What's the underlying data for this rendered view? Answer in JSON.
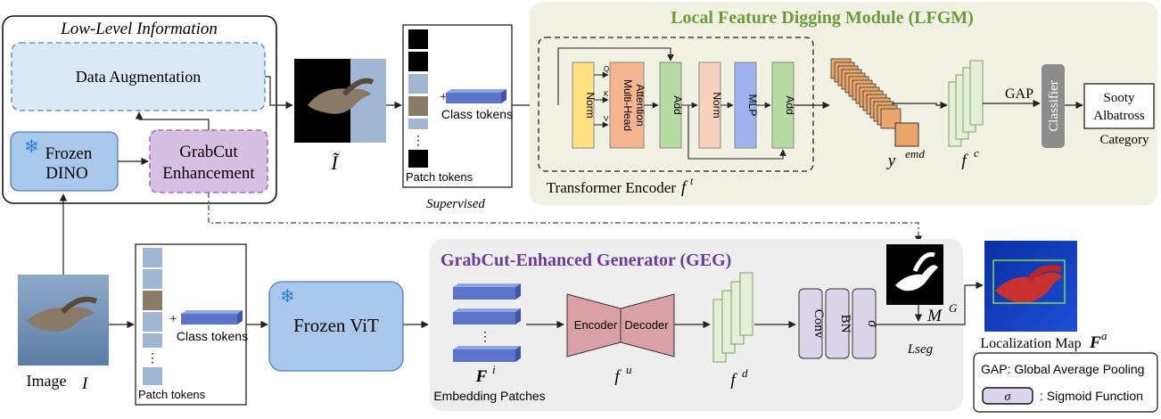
{
  "low_level": {
    "title": "Low-Level Information",
    "data_augmentation": "Data Augmentation",
    "frozen_dino": [
      "Frozen",
      "DINO"
    ],
    "grabcut": [
      "GrabCut",
      "Enhancement"
    ]
  },
  "top_pipeline": {
    "i_tilde": "Ĩ",
    "patch_tokens": "Patch tokens",
    "class_tokens": "Class tokens",
    "plus": "+",
    "ellipsis": "⋮",
    "supervised": "Supervised"
  },
  "lfgm": {
    "title": "Local Feature Digging Module  (LFGM)",
    "encoder_label": "Transformer Encoder",
    "encoder_sym": "f",
    "encoder_sup": "t",
    "norm": "Norm",
    "mha": "Multi-Head Attention",
    "add": "Add",
    "mlp": "MLP",
    "q": "Q",
    "k": "K",
    "v": "V",
    "y_sym": "y",
    "y_sup": "emd",
    "fc_sym": "f",
    "fc_sup": "c",
    "gap": "GAP",
    "classifier": "Classifier",
    "output": [
      "Sooty",
      "Albatross"
    ],
    "category": "Category"
  },
  "bottom_pipeline": {
    "image_label": "Image",
    "image_sym": "I",
    "patch_tokens": "Patch tokens",
    "class_tokens": "Class tokens",
    "plus": "+",
    "ellipsis": "⋮",
    "frozen_vit": "Frozen ViT"
  },
  "geg": {
    "title": "GrabCut-Enhanced Generator (GEG)",
    "fi_sym": "F",
    "fi_sup": "i",
    "embedding": "Embedding Patches",
    "encoder": "Encoder",
    "decoder": "Decoder",
    "fu_sym": "f",
    "fu_sup": "u",
    "fd_sym": "f",
    "fd_sup": "d",
    "conv": "Conv",
    "bn": "BN",
    "sigma": "σ",
    "mg_sym": "M",
    "mg_sup": "G",
    "lseg": "Lseg",
    "loc_map": "Localization Map",
    "fa_sym": "F",
    "fa_sup": "a"
  },
  "legend": {
    "gap_def": "GAP: Global Average Pooling",
    "sigma": "σ",
    "sigma_def": ": Sigmoid Function"
  },
  "colors": {
    "low_level_bg": "#dbe8f5",
    "dino": "#a9c7ea",
    "grabcut": "#d5bfe3",
    "lfgm_bg": "#f1f1e3",
    "geg_bg": "#eeeeee",
    "norm": "#fde17f",
    "mha": "#f3b48e",
    "add": "#b7dca3",
    "norm2": "#f8d2bf",
    "mlp": "#9eb2f0",
    "classifier": "#8c8c8c",
    "token": "#5b73c9",
    "feature": "#e5efd7",
    "enc_dec": "#d9a0a6",
    "conv_bn": "#dcd4ea",
    "vit": "#a9c7ea",
    "geg_title": "#6b3b9a",
    "lfgm_title": "#6a9c3a"
  }
}
